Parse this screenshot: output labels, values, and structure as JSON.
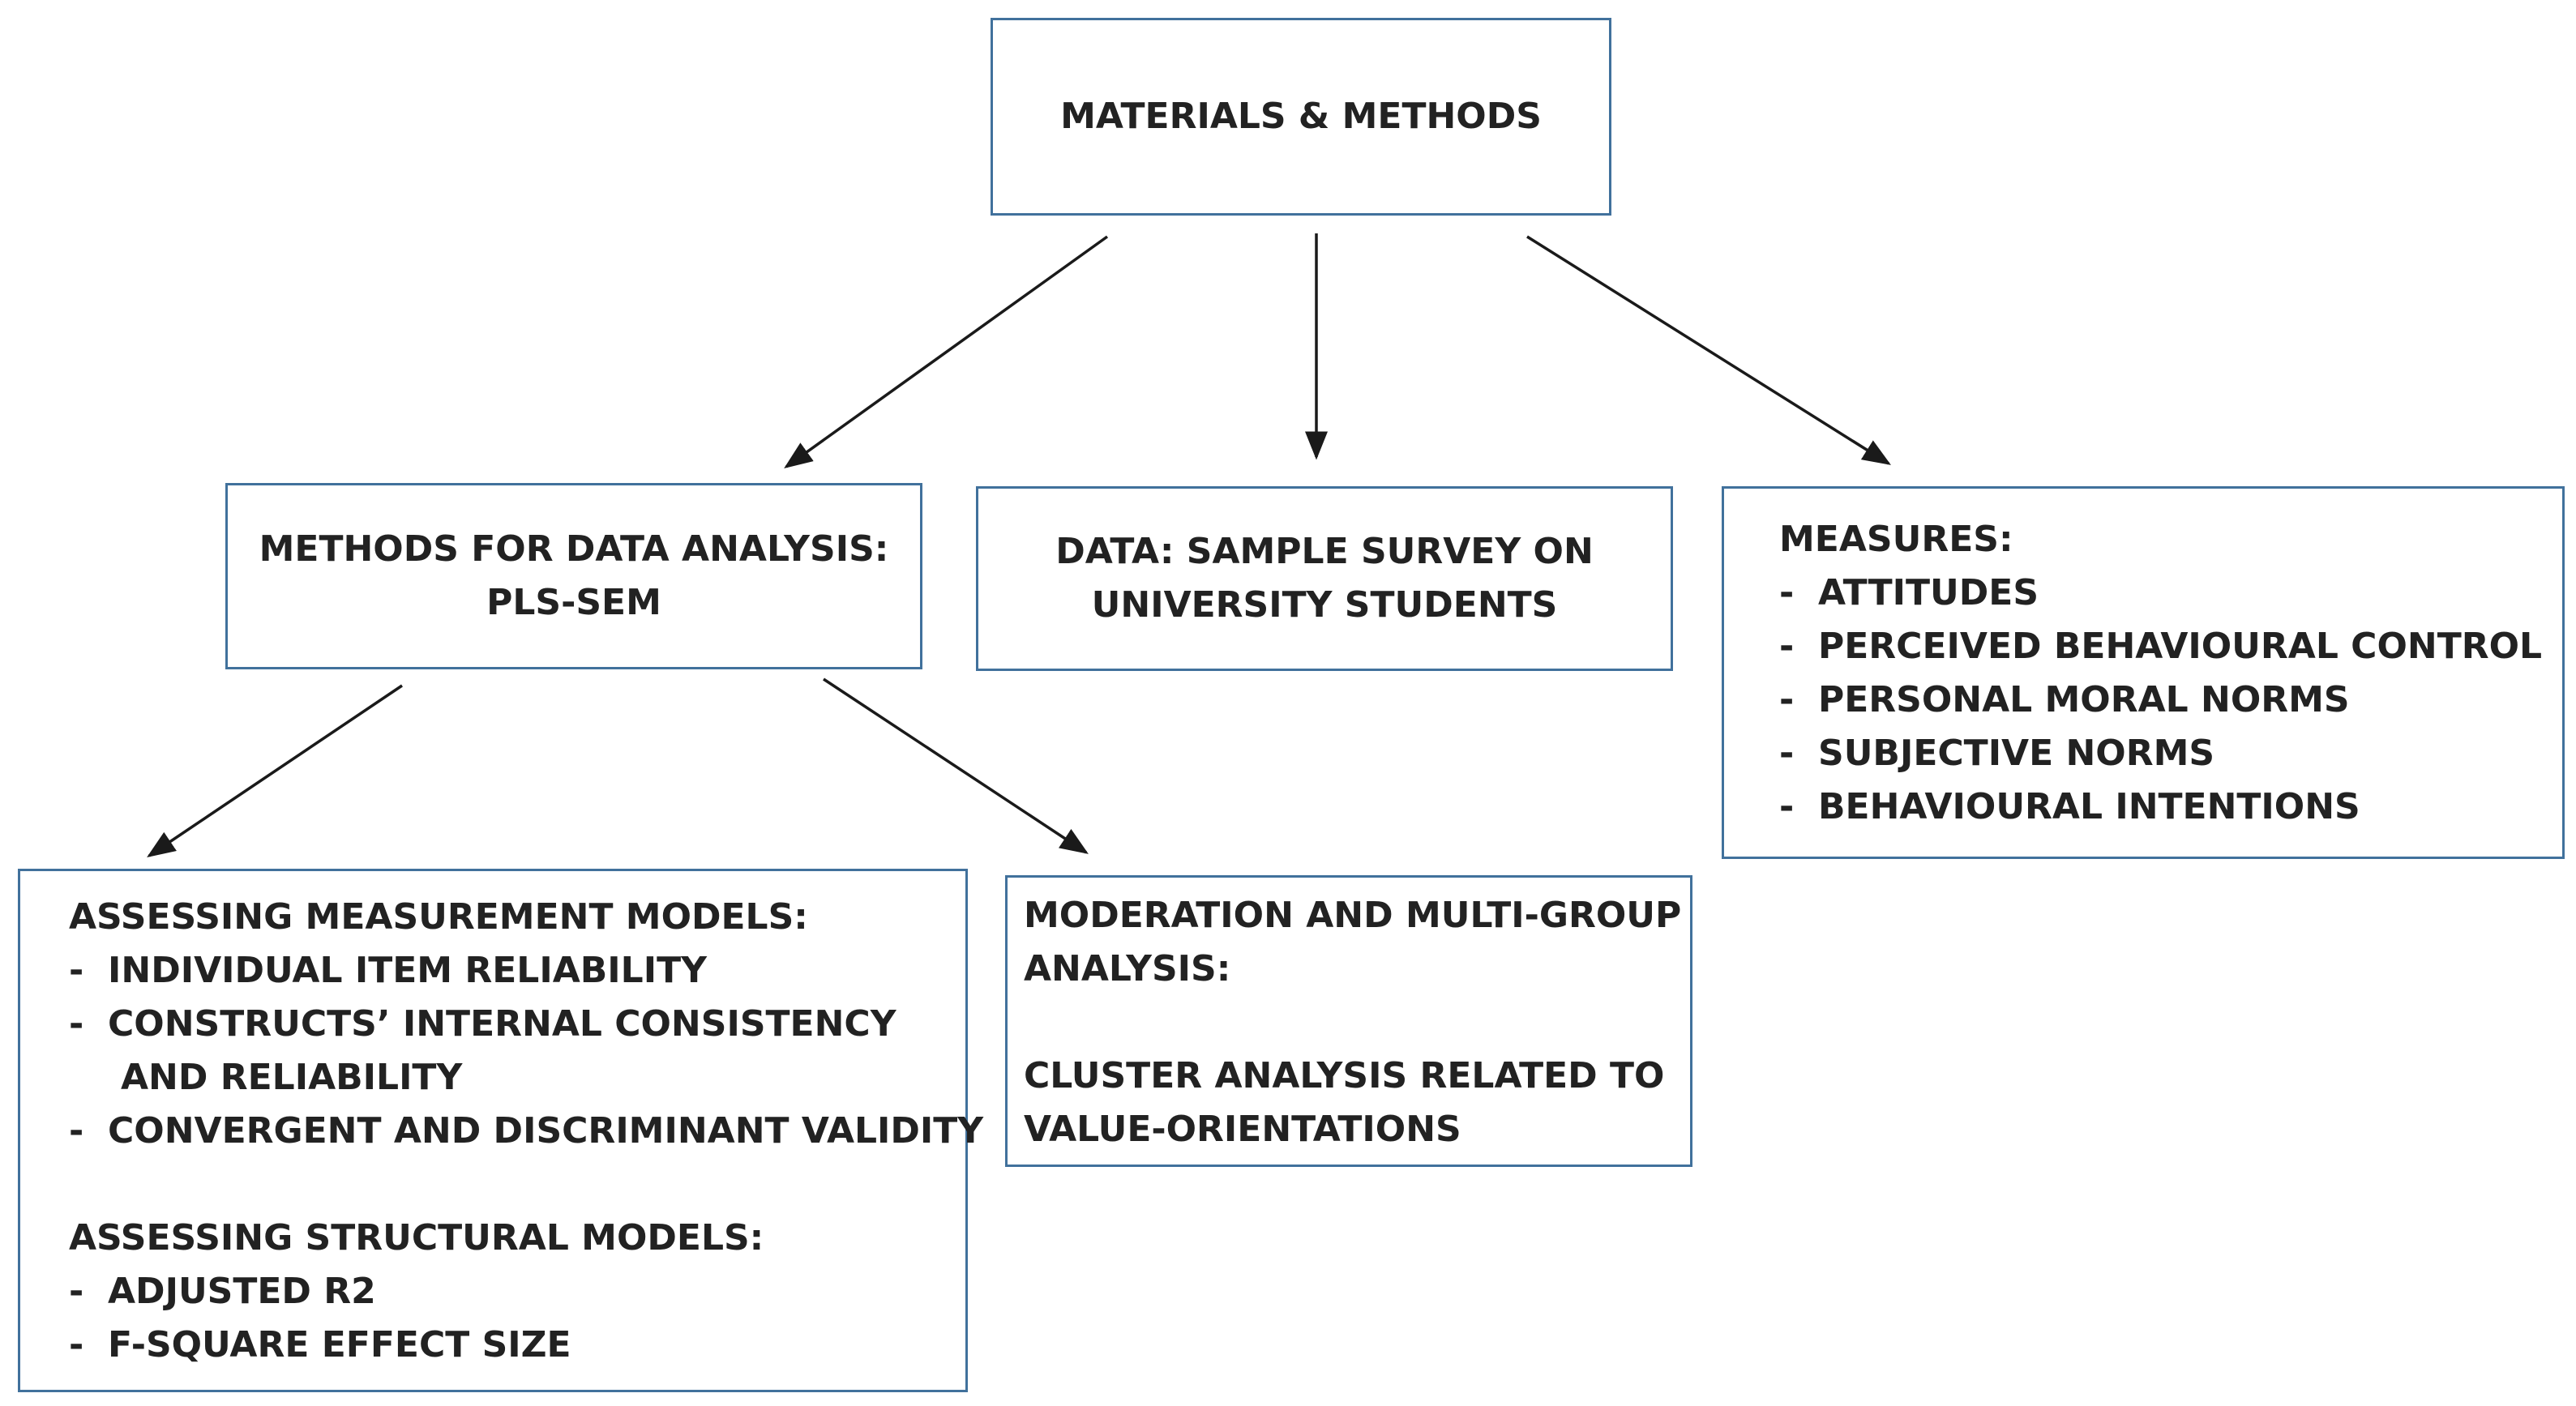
{
  "colors": {
    "box_border": "#41719c",
    "text": "#222222",
    "arrow": "#1a1a1a"
  },
  "top": {
    "title": "MATERIALS & METHODS"
  },
  "methods": {
    "line1": "METHODS FOR DATA ANALYSIS:",
    "line2": "PLS-SEM"
  },
  "data": {
    "line1": "DATA: SAMPLE SURVEY ON",
    "line2": "UNIVERSITY STUDENTS"
  },
  "measures": {
    "heading": "MEASURES:",
    "items": [
      "ATTITUDES",
      "PERCEIVED BEHAVIOURAL CONTROL",
      "PERSONAL MORAL NORMS",
      "SUBJECTIVE NORMS",
      "BEHAVIOURAL INTENTIONS"
    ]
  },
  "assessing": {
    "measurement_heading": "ASSESSING MEASUREMENT MODELS:",
    "measurement_items": [
      "INDIVIDUAL ITEM RELIABILITY",
      "CONSTRUCTS’ INTERNAL CONSISTENCY",
      "CONVERGENT AND DISCRIMINANT VALIDITY"
    ],
    "measurement_item_2_continuation": "AND RELIABILITY",
    "structural_heading": "ASSESSING STRUCTURAL MODELS:",
    "structural_items": [
      "ADJUSTED R2",
      "F-SQUARE EFFECT SIZE"
    ]
  },
  "moderation": {
    "line1": "MODERATION AND MULTI-GROUP",
    "line2": "ANALYSIS:",
    "line3": "CLUSTER ANALYSIS RELATED TO",
    "line4": "VALUE-ORIENTATIONS"
  },
  "dash": "-"
}
